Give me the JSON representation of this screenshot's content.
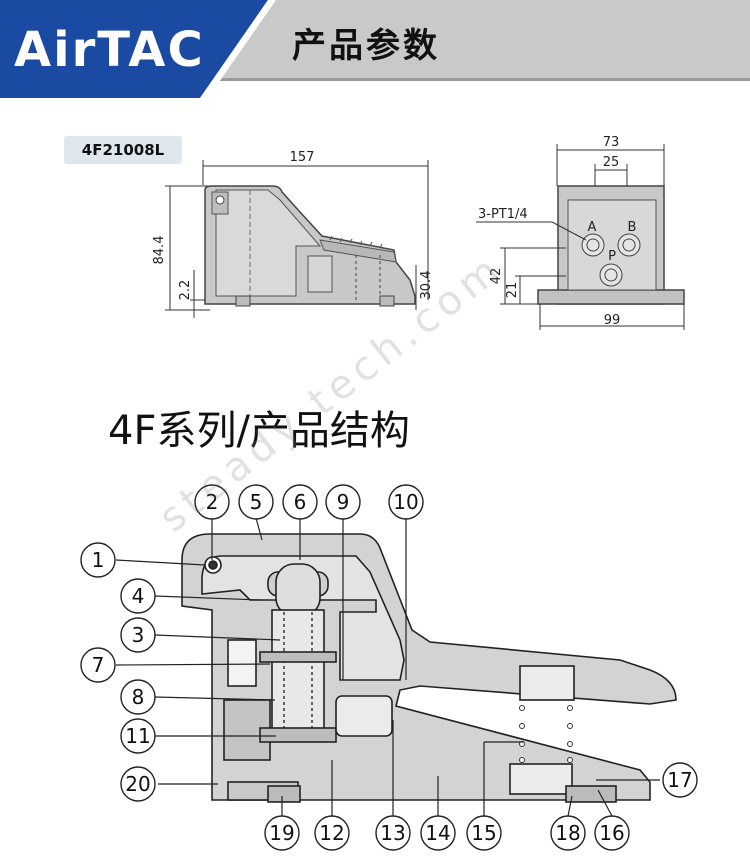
{
  "header": {
    "brand": "AirTAC",
    "title": "产品参数",
    "colors": {
      "brand_blue": "#1b4aa3",
      "band_gray": "#c9c9c9"
    }
  },
  "model": "4F21008L",
  "dimensions": {
    "side": {
      "length": "157",
      "height": "84.4",
      "base": "2.2",
      "pedal_height": "30.4"
    },
    "front": {
      "width": "73",
      "inner": "25",
      "port": "3-PT1/4",
      "h42": "42",
      "h21": "21",
      "base": "99",
      "port_labels": [
        "A",
        "B",
        "P"
      ]
    }
  },
  "structure_title": "4F系列/产品结构",
  "callouts": [
    "1",
    "2",
    "3",
    "4",
    "5",
    "6",
    "7",
    "8",
    "9",
    "10",
    "11",
    "12",
    "13",
    "14",
    "15",
    "16",
    "17",
    "18",
    "19",
    "20"
  ],
  "watermark": "steady tech.com"
}
